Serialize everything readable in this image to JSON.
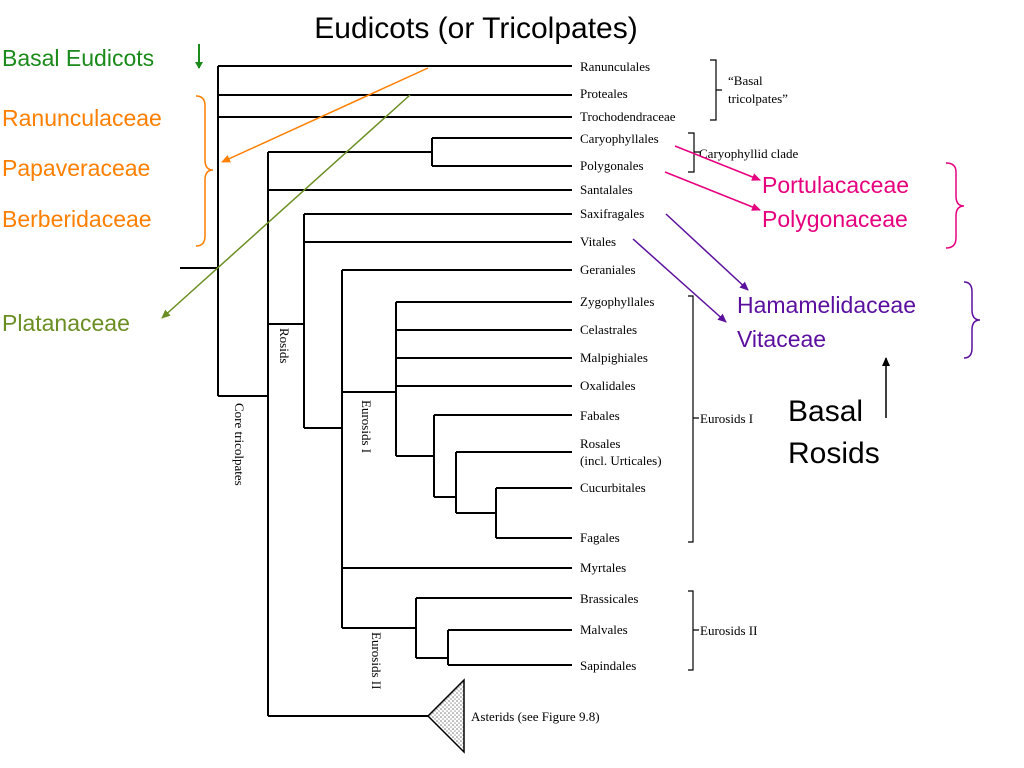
{
  "title": "Eudicots (or Tricolpates)",
  "colors": {
    "green": "#1a8a1a",
    "orange": "#ff7f00",
    "olive": "#6b8e23",
    "magenta": "#e6007e",
    "purple": "#5b0f9e",
    "black": "#000000"
  },
  "left_labels": {
    "basal_eudicots": "Basal Eudicots",
    "families": [
      "Ranunculaceae",
      "Papaveraceae",
      "Berberidaceae"
    ],
    "platanaceae": "Platanaceae"
  },
  "orders": [
    "Ranunculales",
    "Proteales",
    "Trochodendraceae",
    "Caryophyllales",
    "Polygonales",
    "Santalales",
    "Saxifragales",
    "Vitales",
    "Geraniales",
    "Zygophyllales",
    "Celastrales",
    "Malpighiales",
    "Oxalidales",
    "Fabales",
    "Rosales",
    "(incl. Urticales)",
    "Cucurbitales",
    "Fagales",
    "Myrtales",
    "Brassicales",
    "Malvales",
    "Sapindales",
    "Asterids (see Figure 9.8)"
  ],
  "clades": {
    "basal_tricolpates": [
      "“Basal",
      "tricolpates”"
    ],
    "caryophyllid": "Caryophyllid clade",
    "eurosids_1": "Eurosids I",
    "eurosids_2": "Eurosids II"
  },
  "vertical_labels": {
    "rosids": "Rosids",
    "core_tricolpates": "Core tricolpates",
    "eurosids_1": "Eurosids I",
    "eurosids_2": "Eurosids II"
  },
  "right_labels": {
    "caryophyllid_families": [
      "Portulacaceae",
      "Polygonaceae"
    ],
    "rosid_families": [
      "Hamamelidaceae",
      "Vitaceae"
    ],
    "basal_rosids": [
      "Basal",
      "Rosids"
    ]
  }
}
